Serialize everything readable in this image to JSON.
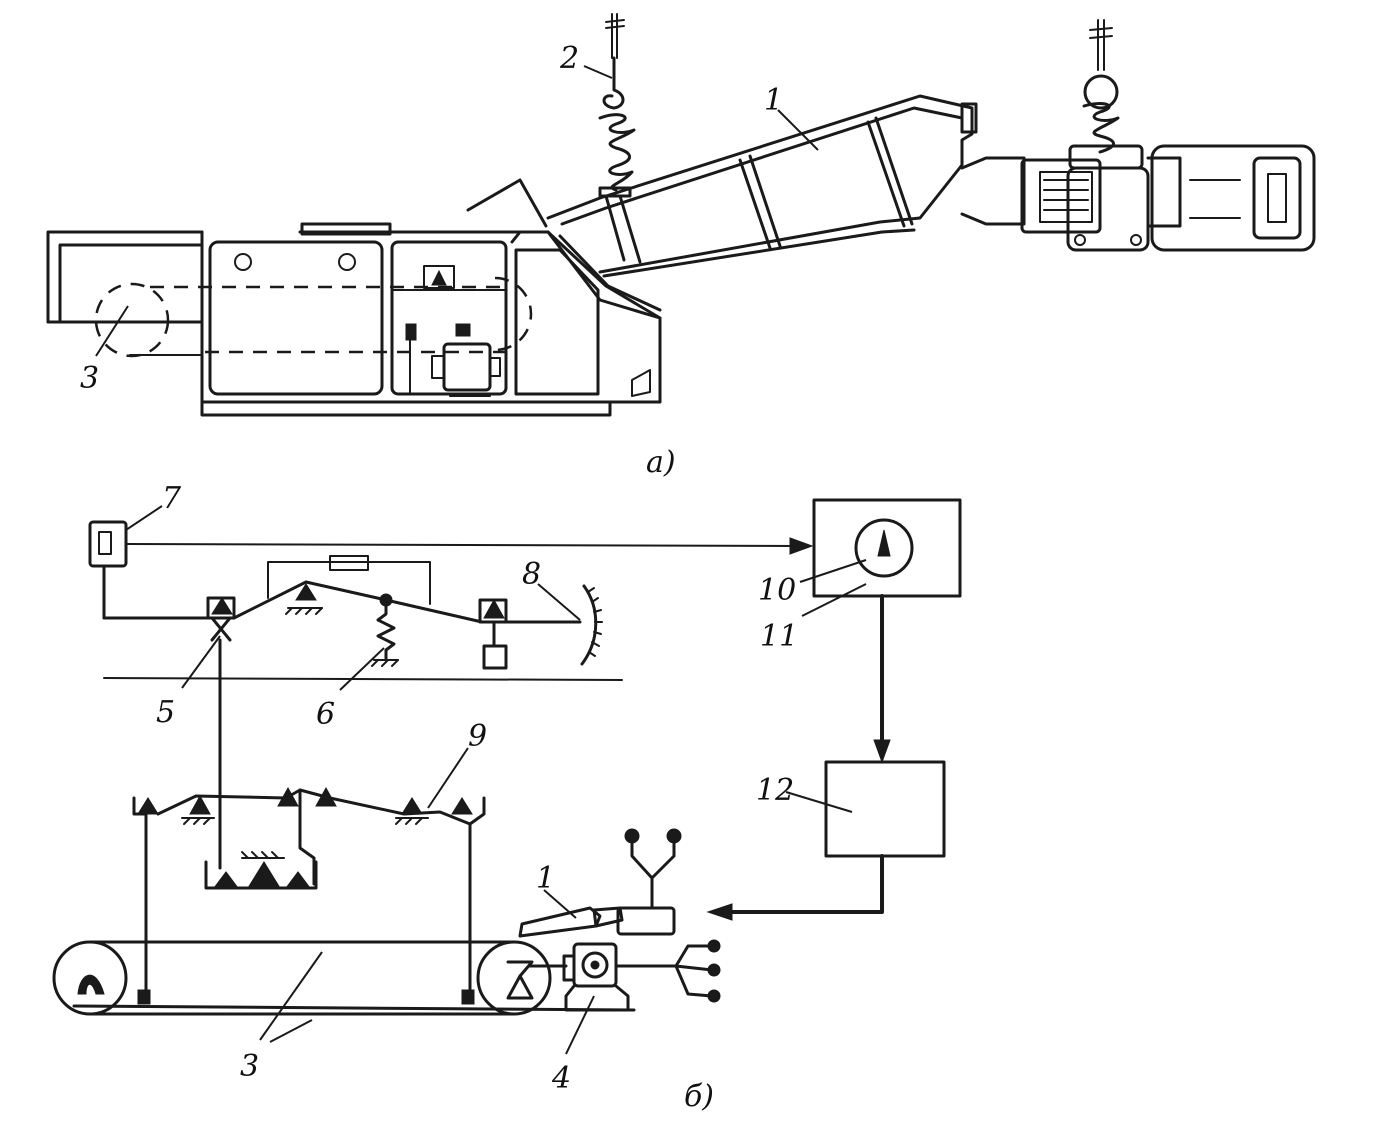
{
  "figure_a": {
    "caption": "а)",
    "labels": {
      "hopper": "1",
      "suspension": "2",
      "belt": "3"
    }
  },
  "figure_b": {
    "caption": "б)",
    "labels": {
      "feeder": "1",
      "belt": "3",
      "drive": "4",
      "support": "5",
      "spring": "6",
      "sensor": "7",
      "scale": "8",
      "lever": "9",
      "indicator": "10",
      "secondary_device": "11",
      "controller": "12"
    }
  }
}
